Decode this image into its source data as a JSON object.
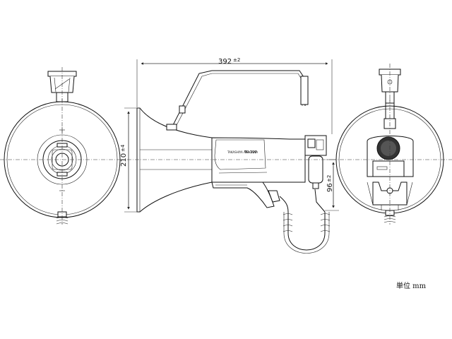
{
  "dimensions": {
    "width_label": "392",
    "width_tol": "±2",
    "height_label": "210",
    "height_tol": "±4",
    "grip_label": "96",
    "grip_tol": "±2"
  },
  "model_text": "TR-320",
  "unit_label": "単位 mm"
}
